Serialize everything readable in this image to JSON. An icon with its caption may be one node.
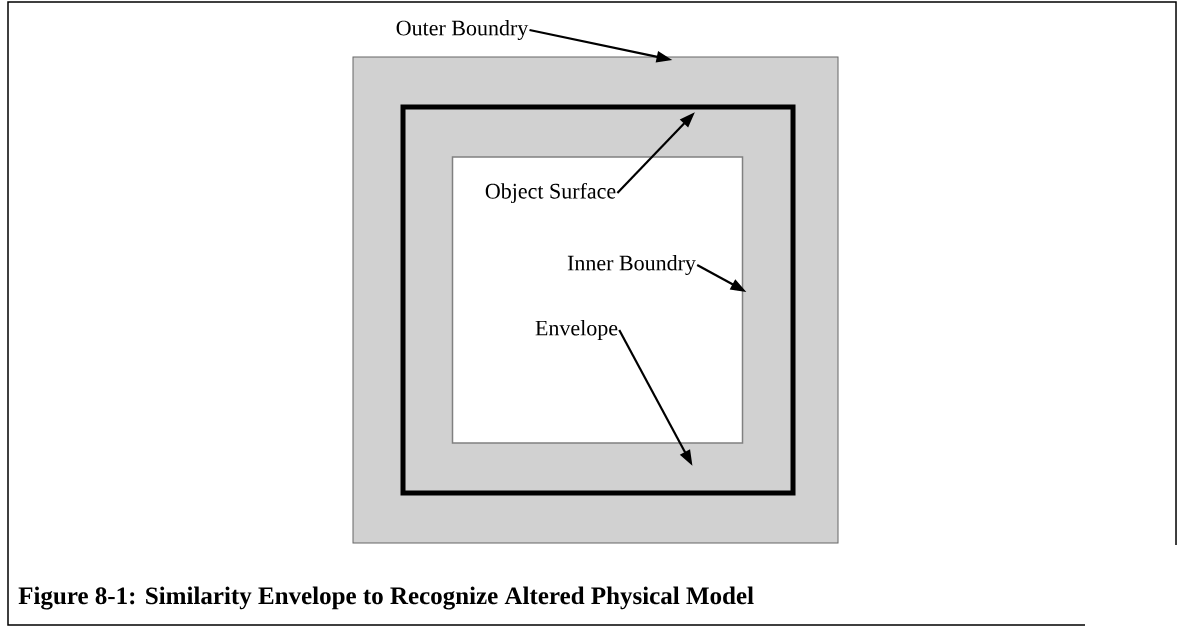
{
  "diagram": {
    "caption": "Figure 8-1: Similarity Envelope to Recognize Altered Physical Model",
    "nodes": [
      {
        "text": [
          "Outer Boundry"
        ]
      },
      {
        "text": [],
        "shape": "box"
      },
      {
        "text": [],
        "shape": "box",
        "in": 1
      },
      {
        "text": [],
        "shape": "box",
        "in": 2
      },
      {
        "text": [
          "Object Surface"
        ],
        "in": 3
      },
      {
        "text": [
          "Inner Boundry"
        ],
        "in": 3
      },
      {
        "text": [
          "Envelope"
        ],
        "in": 3
      }
    ],
    "edges": [
      {
        "from": 0,
        "to": 1,
        "arrow": "to"
      },
      {
        "from": 4,
        "to": 2,
        "arrow": "to"
      },
      {
        "from": 5,
        "to": 3,
        "arrow": "to"
      },
      {
        "from": 6,
        "to": 1,
        "arrow": "to"
      }
    ]
  }
}
